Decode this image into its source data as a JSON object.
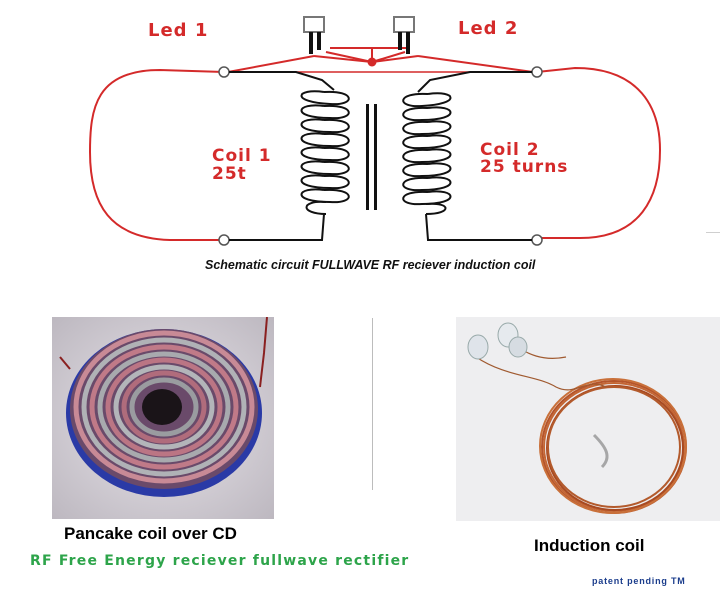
{
  "schematic": {
    "caption": "Schematic circuit FULLWAVE RF reciever induction coil",
    "led1_label": "Led 1",
    "led2_label": "Led 2",
    "coil1_line1": "Coil 1",
    "coil1_line2": "25t",
    "coil2_line1": "Coil 2",
    "coil2_line2": "25 turns"
  },
  "photos": {
    "pancake_caption": "Pancake coil over CD",
    "induction_caption": "Induction coil"
  },
  "footer": {
    "title": "RF Free Energy reciever fullwave rectifier",
    "patent": "patent pending TM"
  },
  "colors": {
    "wire": "#d42a2a",
    "coil": "#111111",
    "title_green": "#2da44a",
    "patent_blue": "#1b3d8c"
  }
}
